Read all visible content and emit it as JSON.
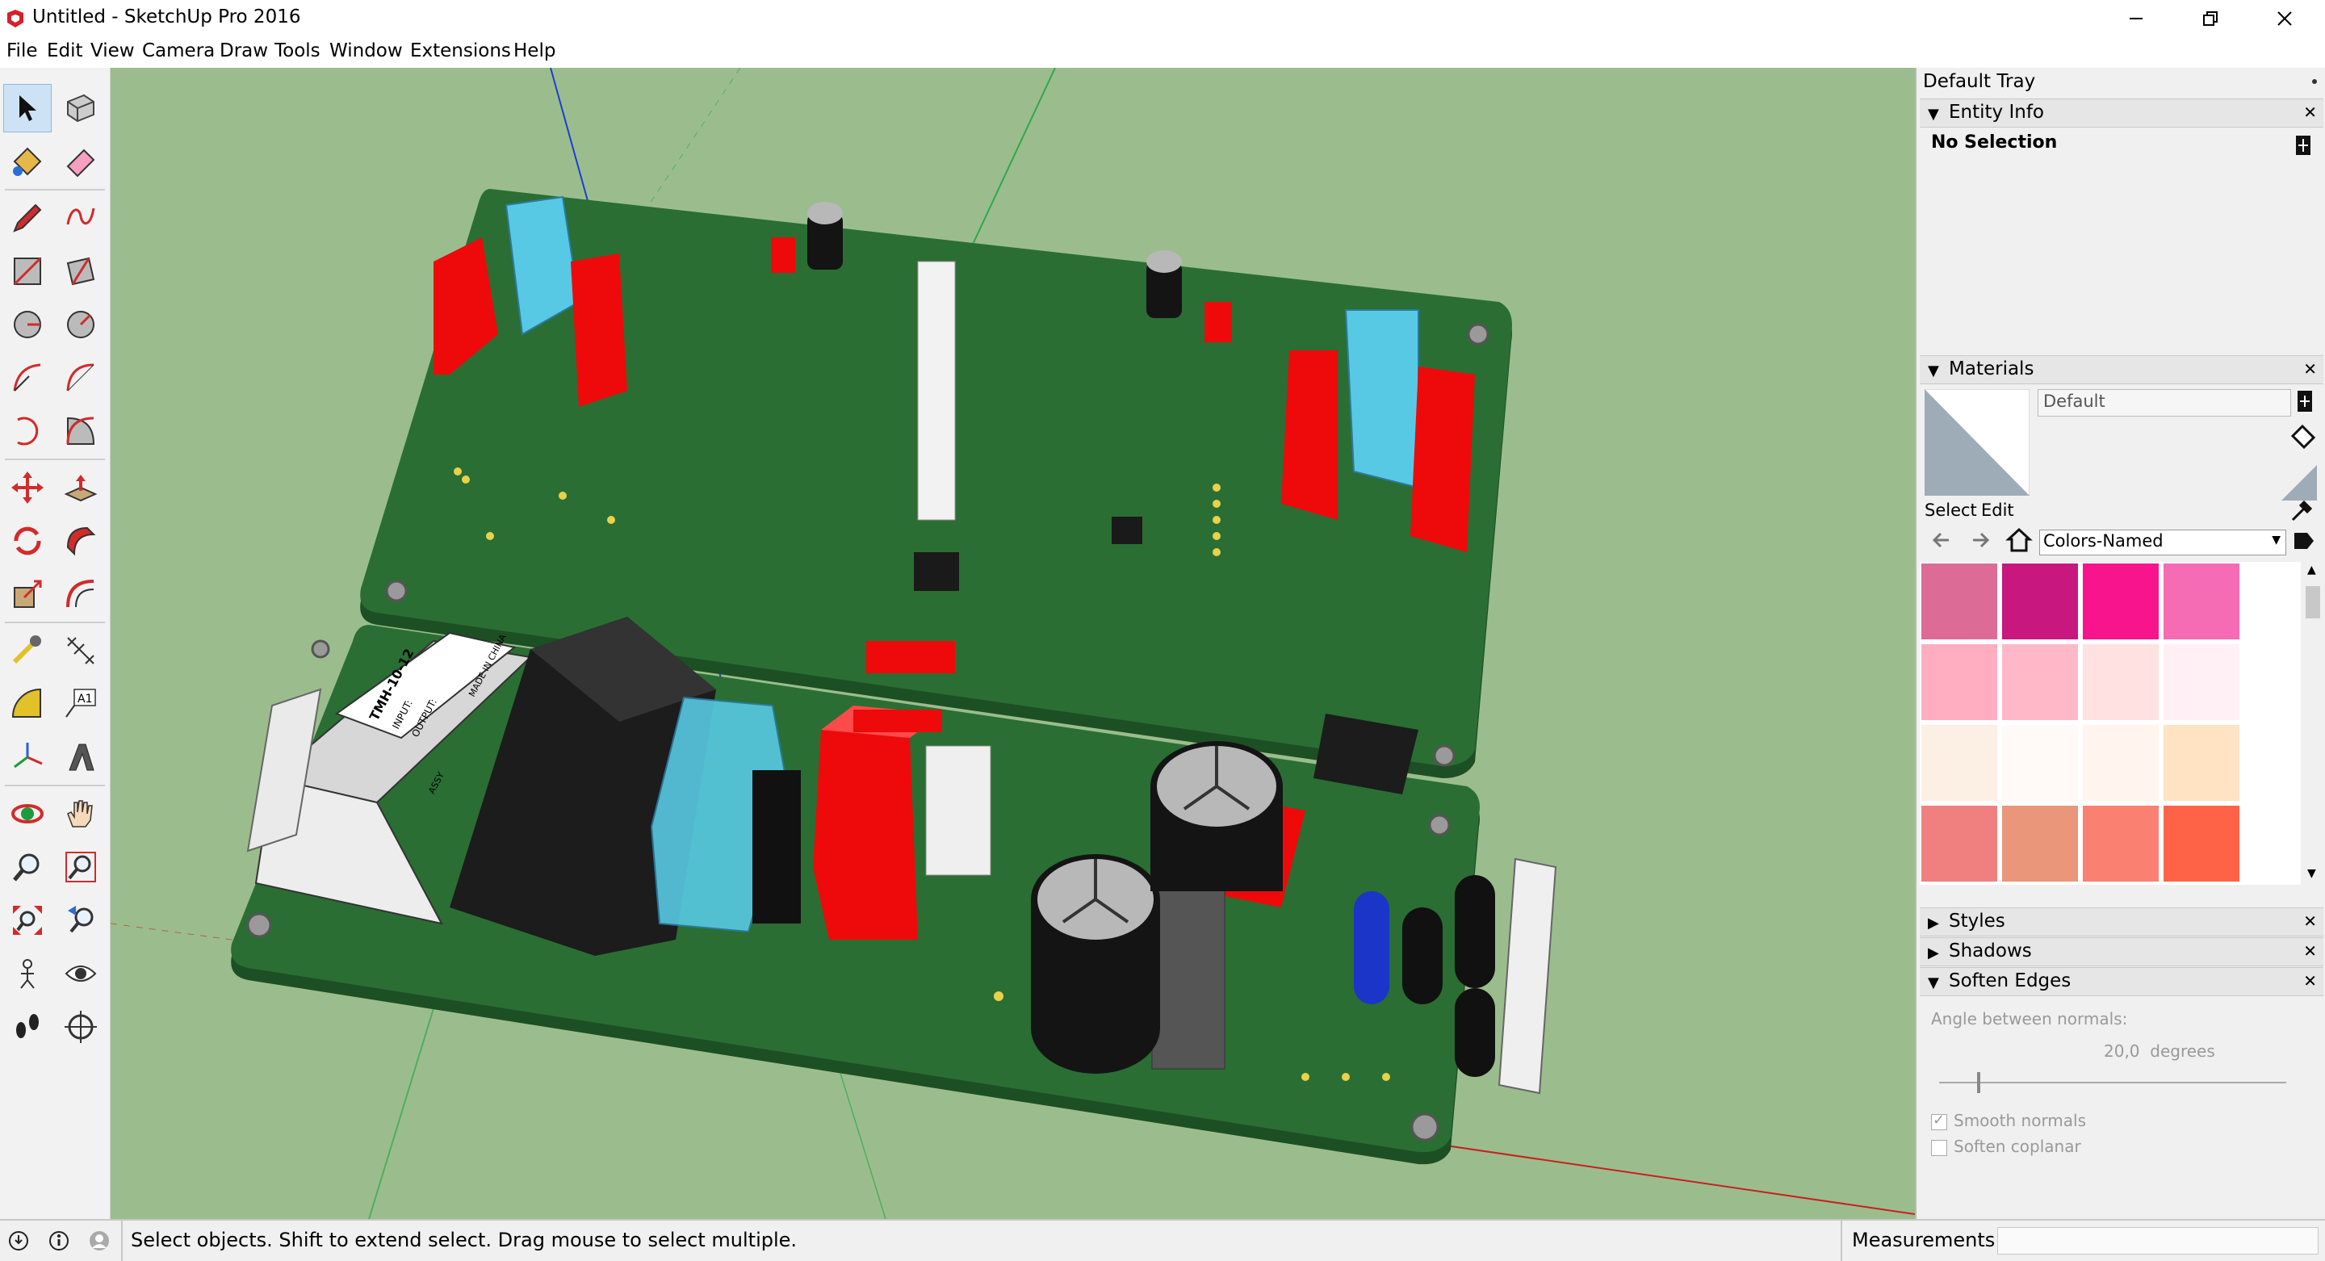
{
  "window": {
    "title": "Untitled - SketchUp Pro 2016"
  },
  "menu": [
    "File",
    "Edit",
    "View",
    "Camera",
    "Draw",
    "Tools",
    "Window",
    "Extensions",
    "Help"
  ],
  "tools": [
    {
      "name": "select-tool",
      "icon": "arrow-icon"
    },
    {
      "name": "make-component-tool",
      "icon": "component-icon"
    },
    {
      "name": "paint-bucket-tool",
      "icon": "paint-bucket-icon"
    },
    {
      "name": "eraser-tool",
      "icon": "eraser-icon"
    },
    {
      "name": "line-tool",
      "icon": "pencil-icon"
    },
    {
      "name": "freehand-tool",
      "icon": "freehand-icon"
    },
    {
      "name": "rectangle-tool",
      "icon": "rectangle-icon"
    },
    {
      "name": "rotated-rectangle-tool",
      "icon": "rotated-rectangle-icon"
    },
    {
      "name": "circle-tool",
      "icon": "circle-icon"
    },
    {
      "name": "polygon-tool",
      "icon": "polygon-icon"
    },
    {
      "name": "arc-tool",
      "icon": "arc-icon"
    },
    {
      "name": "two-point-arc-tool",
      "icon": "two-point-arc-icon"
    },
    {
      "name": "three-point-arc-tool",
      "icon": "three-point-arc-icon"
    },
    {
      "name": "pie-tool",
      "icon": "pie-icon"
    },
    {
      "name": "move-tool",
      "icon": "move-icon"
    },
    {
      "name": "push-pull-tool",
      "icon": "push-pull-icon"
    },
    {
      "name": "rotate-tool",
      "icon": "rotate-icon"
    },
    {
      "name": "follow-me-tool",
      "icon": "follow-me-icon"
    },
    {
      "name": "scale-tool",
      "icon": "scale-icon"
    },
    {
      "name": "offset-tool",
      "icon": "offset-icon"
    },
    {
      "name": "tape-measure-tool",
      "icon": "tape-measure-icon"
    },
    {
      "name": "dimension-tool",
      "icon": "dimension-icon"
    },
    {
      "name": "protractor-tool",
      "icon": "protractor-icon"
    },
    {
      "name": "text-tool",
      "icon": "text-icon"
    },
    {
      "name": "axes-tool",
      "icon": "axes-icon"
    },
    {
      "name": "3d-text-tool",
      "icon": "3d-text-icon"
    },
    {
      "name": "orbit-tool",
      "icon": "orbit-icon"
    },
    {
      "name": "pan-tool",
      "icon": "hand-icon"
    },
    {
      "name": "zoom-tool",
      "icon": "zoom-icon"
    },
    {
      "name": "zoom-window-tool",
      "icon": "zoom-window-icon"
    },
    {
      "name": "zoom-extents-tool",
      "icon": "zoom-extents-icon"
    },
    {
      "name": "previous-view-tool",
      "icon": "previous-view-icon"
    },
    {
      "name": "position-camera-tool",
      "icon": "position-camera-icon"
    },
    {
      "name": "look-around-tool",
      "icon": "eye-icon"
    },
    {
      "name": "walk-tool",
      "icon": "footprints-icon"
    },
    {
      "name": "section-plane-tool",
      "icon": "section-plane-icon"
    }
  ],
  "text_tool_glyph": "A1",
  "tray": {
    "title": "Default Tray",
    "entity_info": {
      "label": "Entity Info",
      "selection": "No Selection"
    },
    "materials": {
      "label": "Materials",
      "material_name": "Default",
      "tab_select": "Select",
      "tab_edit": "Edit",
      "library": "Colors-Named",
      "swatches": [
        "#dc6b96",
        "#c8177f",
        "#f7148c",
        "#f56bb4",
        "#ffadc0",
        "#ffb8c8",
        "#ffe1e1",
        "#fff0f5",
        "#fcefe3",
        "#fff9f7",
        "#fff5ee",
        "#ffe3c2",
        "#f08080",
        "#e9967a",
        "#fa8072",
        "#ff6347"
      ]
    },
    "styles": {
      "label": "Styles"
    },
    "shadows": {
      "label": "Shadows"
    },
    "soften_edges": {
      "label": "Soften Edges",
      "angle_label": "Angle between normals:",
      "angle_value": "20,0  degrees",
      "slider_fraction": 0.11,
      "smooth_normals": "Smooth normals",
      "smooth_checked": true,
      "soften_coplanar": "Soften coplanar",
      "coplanar_checked": false
    }
  },
  "status": {
    "message": "Select objects. Shift to extend select. Drag mouse to select multiple.",
    "measurements": "Measurements"
  },
  "model": {
    "transformer_labels": [
      "TMH-10-12",
      "INPUT:",
      "OUTPUT:",
      "ASSY",
      "MADE IN CHINA"
    ],
    "colors": {
      "pcb": "#2a6e33",
      "relay": "#ee0a0a",
      "capacitor": "#1b1b1b",
      "cap_top": "#b8b8b8",
      "blue_relay": "#58b8d8",
      "pad": "#e8d24a"
    }
  }
}
